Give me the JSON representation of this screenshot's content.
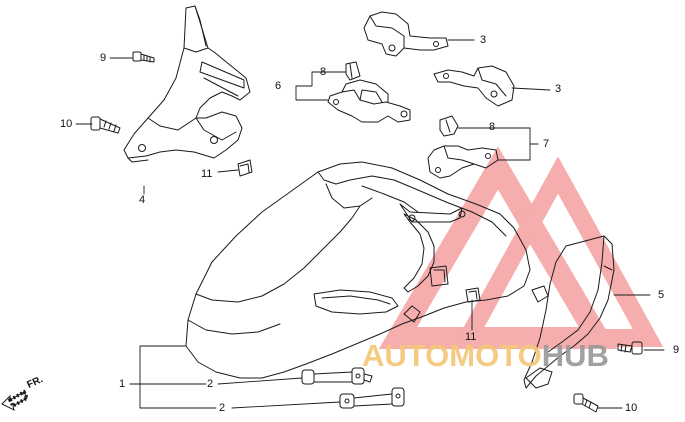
{
  "callouts": {
    "p9_left": "9",
    "p10_left": "10",
    "p4": "4",
    "p11_left": "11",
    "p6": "6",
    "p8_top": "8",
    "p3_top": "3",
    "p3_mid": "3",
    "p8_mid": "8",
    "p7": "7",
    "p5": "5",
    "p11_mid": "11",
    "p9_right": "9",
    "p10_right": "10",
    "p1": "1",
    "p2_upper": "2",
    "p2_lower": "2"
  },
  "direction_label": "FR.",
  "watermark": {
    "part1": "AUTOMOTO",
    "part2": "HUB",
    "color_primary": "#f5b85c",
    "color_secondary": "#8c8c8c",
    "triangle_color": "#f07070"
  }
}
